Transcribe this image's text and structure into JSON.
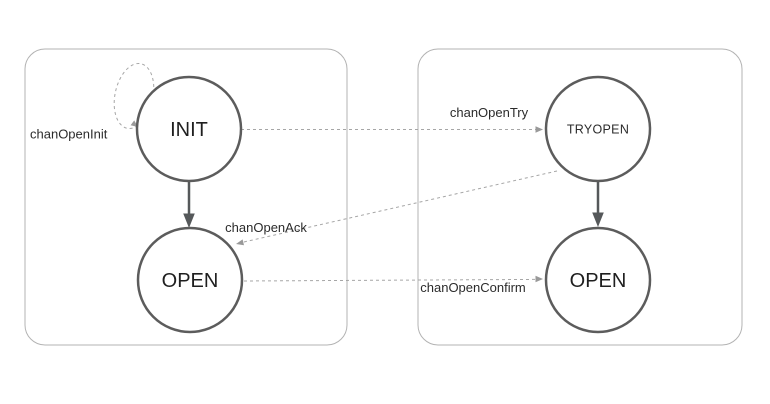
{
  "diagram": {
    "type": "state-machine",
    "left_machine": {
      "states": {
        "init": {
          "label": "INIT"
        },
        "open": {
          "label": "OPEN"
        }
      }
    },
    "right_machine": {
      "states": {
        "tryopen": {
          "label": "TRYOPEN"
        },
        "open": {
          "label": "OPEN"
        }
      }
    },
    "transitions": {
      "chan_open_init": {
        "label": "chanOpenInit",
        "from": "INIT",
        "to": "INIT",
        "style": "dashed-self-loop"
      },
      "chan_open_try": {
        "label": "chanOpenTry",
        "from": "INIT",
        "to": "TRYOPEN",
        "style": "dashed-arrow"
      },
      "chan_open_ack": {
        "label": "chanOpenAck",
        "from": "TRYOPEN",
        "to": "OPEN",
        "style": "dashed-arrow"
      },
      "chan_open_confirm": {
        "label": "chanOpenConfirm",
        "from": "OPEN",
        "to": "OPEN",
        "style": "dashed-arrow"
      },
      "init_to_open": {
        "from": "INIT",
        "to": "OPEN",
        "style": "solid-arrow"
      },
      "tryopen_to_open": {
        "from": "TRYOPEN",
        "to": "OPEN",
        "style": "solid-arrow"
      }
    },
    "colors": {
      "background": "#ffffff",
      "container_stroke": "#b3b3b3",
      "state_stroke": "#5c5c5c",
      "solid_arrow": "#55585a",
      "dashed_arrow": "#a6a6a6",
      "text": "#1f1f1f"
    }
  }
}
